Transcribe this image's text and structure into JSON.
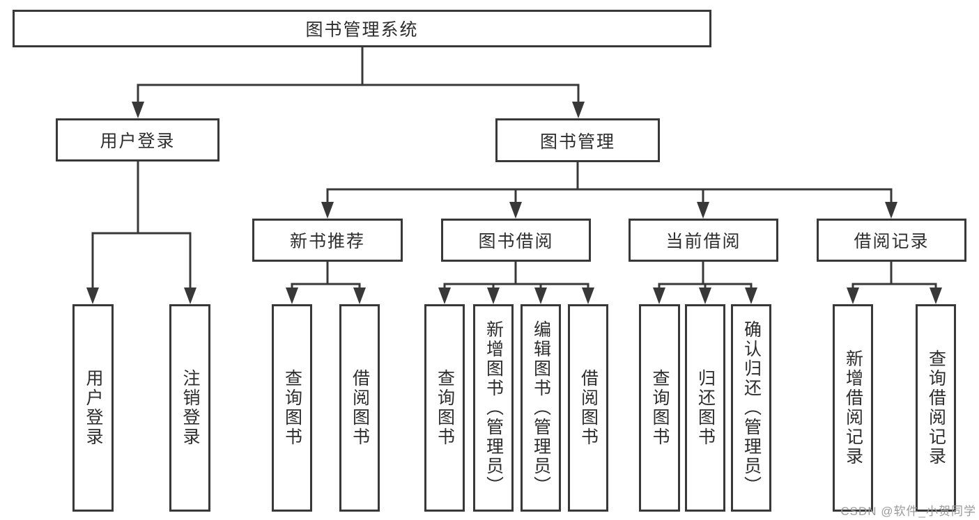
{
  "diagram": {
    "title": "图书管理系统",
    "root": "图书管理系统",
    "level2": [
      "用户登录",
      "图书管理"
    ],
    "level3": [
      "新书推荐",
      "图书借阅",
      "当前借阅",
      "借阅记录"
    ],
    "leaves": [
      "用户登录",
      "注销登录",
      "查询图书",
      "借阅图书",
      "查询图书",
      "新增图书（管理员）",
      "编辑图书（管理员）",
      "借阅图书",
      "查询图书",
      "归还图书",
      "确认归还（管理员）",
      "新增借阅记录",
      "查询借阅记录"
    ],
    "hierarchy": {
      "图书管理系统": {
        "用户登录": [
          "用户登录",
          "注销登录"
        ],
        "图书管理": {
          "新书推荐": [
            "查询图书",
            "借阅图书"
          ],
          "图书借阅": [
            "查询图书",
            "新增图书（管理员）",
            "编辑图书（管理员）",
            "借阅图书"
          ],
          "当前借阅": [
            "查询图书",
            "归还图书",
            "确认归还（管理员）"
          ],
          "借阅记录": [
            "新增借阅记录",
            "查询借阅记录"
          ]
        }
      }
    }
  },
  "watermark": "CSDN @软件_小贺同学",
  "colors": {
    "line": "#383838",
    "box_border": "#383838",
    "box_fill": "#ffffff",
    "text": "#2d2d2d",
    "watermark": "#9b9b9b",
    "background": "#ffffff"
  }
}
